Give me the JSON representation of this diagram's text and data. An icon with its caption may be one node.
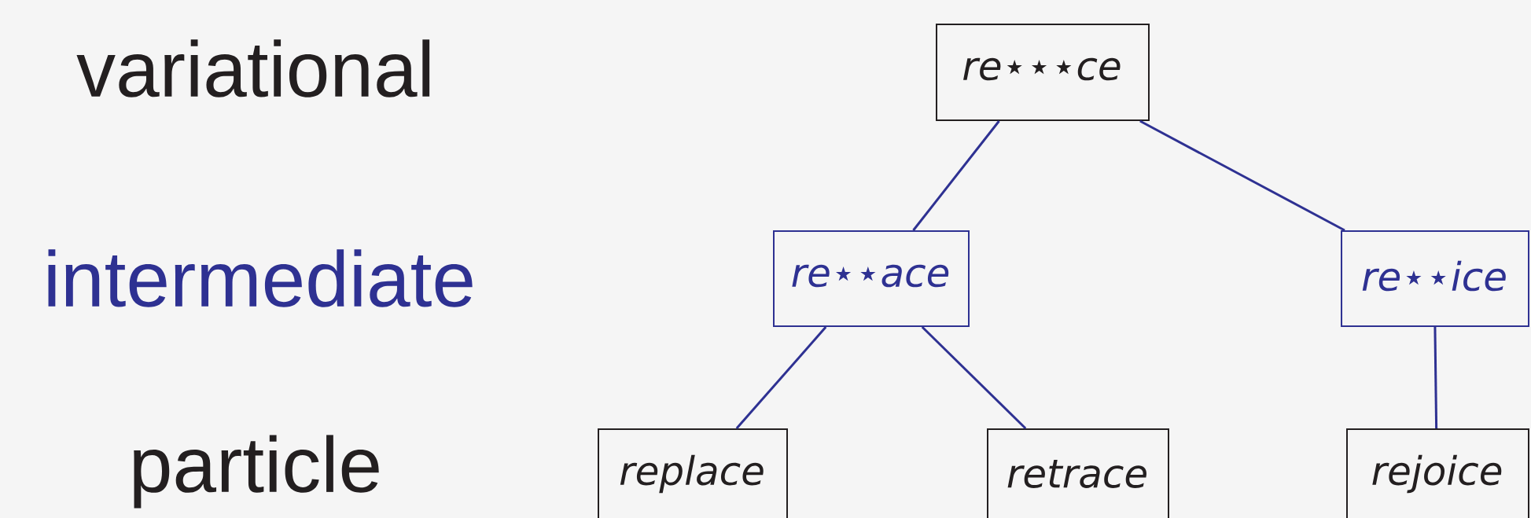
{
  "diagram": {
    "nodes": [
      {
        "text": [
          "re⋆⋆⋆ce"
        ]
      },
      {
        "text": [
          "re⋆⋆ace"
        ]
      },
      {
        "text": [
          "re⋆⋆ice"
        ]
      },
      {
        "text": [
          "replace"
        ]
      },
      {
        "text": [
          "retrace"
        ]
      },
      {
        "text": [
          "rejoice"
        ]
      }
    ],
    "edges": [
      {
        "from": 0,
        "to": 1,
        "arrow": "none"
      },
      {
        "from": 0,
        "to": 2,
        "arrow": "none"
      },
      {
        "from": 1,
        "to": 3,
        "arrow": "none"
      },
      {
        "from": 1,
        "to": 4,
        "arrow": "none"
      },
      {
        "from": 2,
        "to": 5,
        "arrow": "none"
      }
    ],
    "labels": [
      "variational",
      "intermediate",
      "particle"
    ]
  }
}
